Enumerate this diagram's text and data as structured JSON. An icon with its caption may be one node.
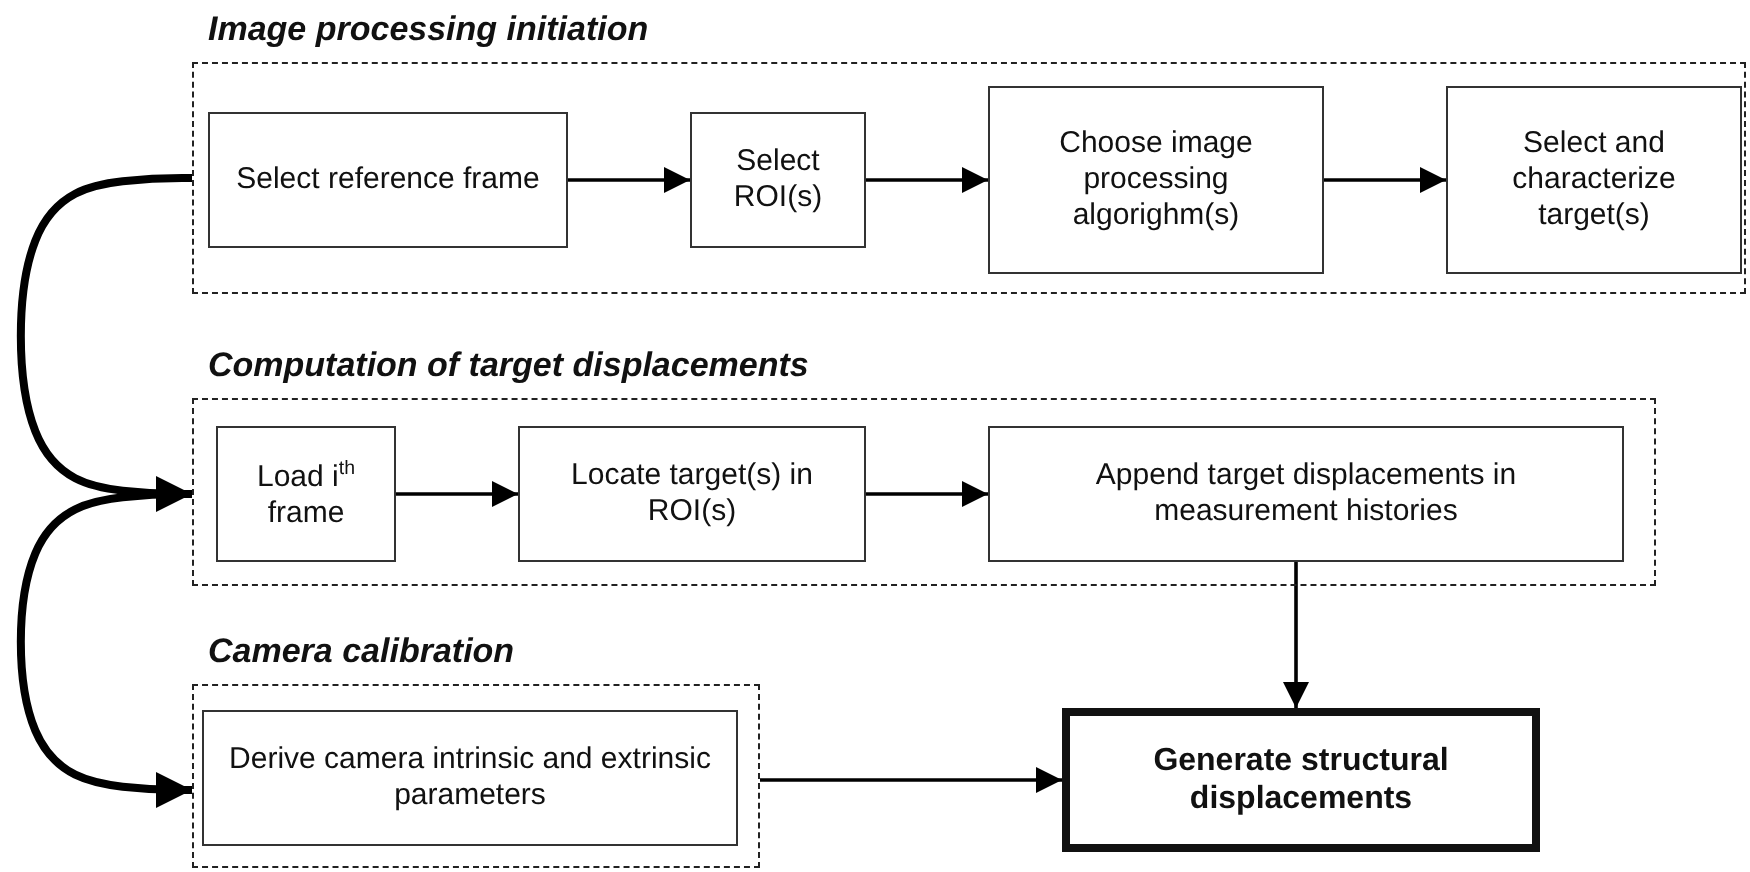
{
  "diagram": {
    "nodes": [
      {
        "text": [
          "Image processing initiation"
        ]
      },
      {
        "text": [
          "Select reference frame"
        ],
        "in": 0
      },
      {
        "text": [
          "Select ROI(s)"
        ],
        "in": 0
      },
      {
        "text": [
          "Choose image processing algorighm(s)"
        ],
        "in": 0
      },
      {
        "text": [
          "Select and characterize target(s)"
        ],
        "in": 0
      },
      {
        "text": [
          "Computation of target displacements"
        ]
      },
      {
        "text": [
          "Load i$^{th}$ frame"
        ],
        "in": 5
      },
      {
        "text": [
          "Locate target(s) in ROI(s)"
        ],
        "in": 5
      },
      {
        "text": [
          "Append target displacements in measurement histories"
        ],
        "in": 5
      },
      {
        "text": [
          "Camera calibration"
        ]
      },
      {
        "text": [
          "Derive camera intrinsic and extrinsic parameters"
        ],
        "in": 9
      },
      {
        "text": [
          "Generate structural displacements"
        ]
      }
    ],
    "edges": [
      {
        "from": 1,
        "to": 2,
        "arrow": "to"
      },
      {
        "from": 2,
        "to": 3,
        "arrow": "to"
      },
      {
        "from": 3,
        "to": 4,
        "arrow": "to"
      },
      {
        "from": 0,
        "to": 5,
        "arrow": "to",
        "style": "thick"
      },
      {
        "from": 6,
        "to": 7,
        "arrow": "to"
      },
      {
        "from": 7,
        "to": 8,
        "arrow": "to"
      },
      {
        "from": 5,
        "to": 9,
        "arrow": "to",
        "style": "thick"
      },
      {
        "from": 8,
        "to": 11,
        "arrow": "to"
      },
      {
        "from": 9,
        "to": 11,
        "arrow": "to"
      }
    ]
  }
}
